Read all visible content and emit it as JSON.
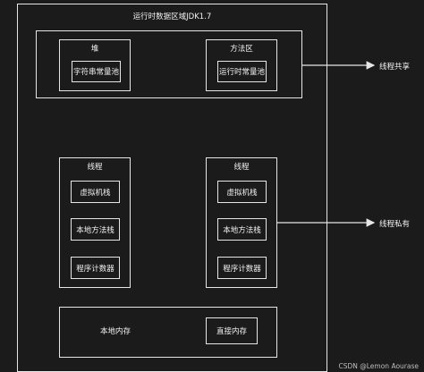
{
  "title": "运行时数据区域JDK1.7",
  "shared": {
    "heap": {
      "label": "堆",
      "inner": "字符串常量池"
    },
    "method_area": {
      "label": "方法区",
      "inner": "运行时常量池"
    },
    "side_label": "线程共享"
  },
  "private": {
    "thread_left": {
      "label": "线程",
      "items": [
        "虚拟机栈",
        "本地方法栈",
        "程序计数器"
      ]
    },
    "thread_right": {
      "label": "线程",
      "items": [
        "虚拟机栈",
        "本地方法栈",
        "程序计数器"
      ]
    },
    "side_label": "线程私有"
  },
  "native": {
    "label": "本地内存",
    "inner": "直接内存"
  },
  "watermark": "CSDN @Lemon Aourase"
}
